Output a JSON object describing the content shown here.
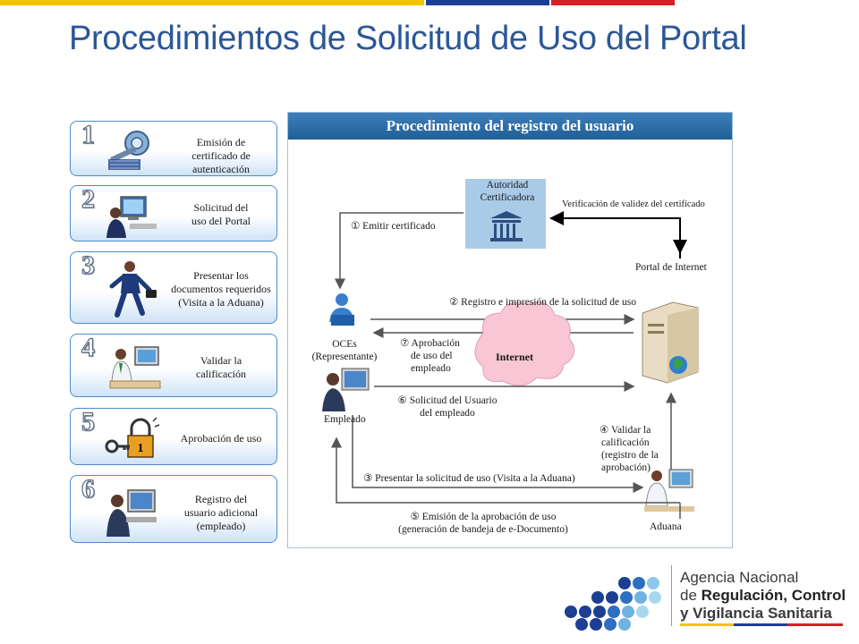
{
  "header": {
    "title": "Procedimientos de Solicitud de Uso del Portal"
  },
  "colors": {
    "title": "#2b5797",
    "accent_blue": "#1f5f98",
    "stripe_yellow": "#f2c400",
    "stripe_blue": "#1c3f94",
    "stripe_red": "#d61f26"
  },
  "steps": [
    {
      "num": "1",
      "icon": "key-certificate-icon",
      "label_lines": [
        "Emisión de",
        "certificado de autenticación"
      ]
    },
    {
      "num": "2",
      "icon": "computer-user-icon",
      "label_lines": [
        "Solicitud del",
        "uso del Portal"
      ]
    },
    {
      "num": "3",
      "icon": "walking-businessman-icon",
      "label_lines": [
        "Presentar los",
        "documentos requeridos",
        "(Visita a la Aduana)"
      ]
    },
    {
      "num": "4",
      "icon": "officer-at-desk-icon",
      "label_lines": [
        "Validar la",
        "calificación"
      ]
    },
    {
      "num": "5",
      "icon": "key-padlock-icon",
      "label_lines": [
        "Aprobación de uso"
      ]
    },
    {
      "num": "6",
      "icon": "registering-user-icon",
      "label_lines": [
        "Registro del",
        "usuario adicional",
        "(empleado)"
      ]
    }
  ],
  "diagram": {
    "title": "Procedimiento del registro del usuario",
    "ca_label": [
      "Autoridad",
      "Certificadora"
    ],
    "verify_label": "Verificación de validez del certificado",
    "portal_label": "Portal de Internet",
    "emit_label": "① Emitir certificado",
    "register_label": "② Registro e impresión de la solicitud de uso",
    "oces_label": [
      "OCEs",
      "(Representante)"
    ],
    "approve_employee_label": [
      "⑦ Aprobación",
      "de uso del",
      "empleado"
    ],
    "internet_label": "Internet",
    "employee_request_label": [
      "⑥ Solicitud del Usuario",
      "del empleado"
    ],
    "employee_label": "Empleado",
    "validate_label": [
      "④ Validar la",
      "calificación",
      "(registro de la",
      "aprobación)"
    ],
    "present_label": "③ Presentar la solicitud de uso (Visita a la Aduana)",
    "aduana_label": "Aduana",
    "emission_label": [
      "⑤ Emisión de la aprobación de uso",
      "(generación de bandeja de e-Documento)"
    ]
  },
  "logo": {
    "line1": "Agencia Nacional",
    "line2_prefix": "de ",
    "line2_bold": "Regulación, Control",
    "line3": "y Vigilancia Sanitaria"
  }
}
